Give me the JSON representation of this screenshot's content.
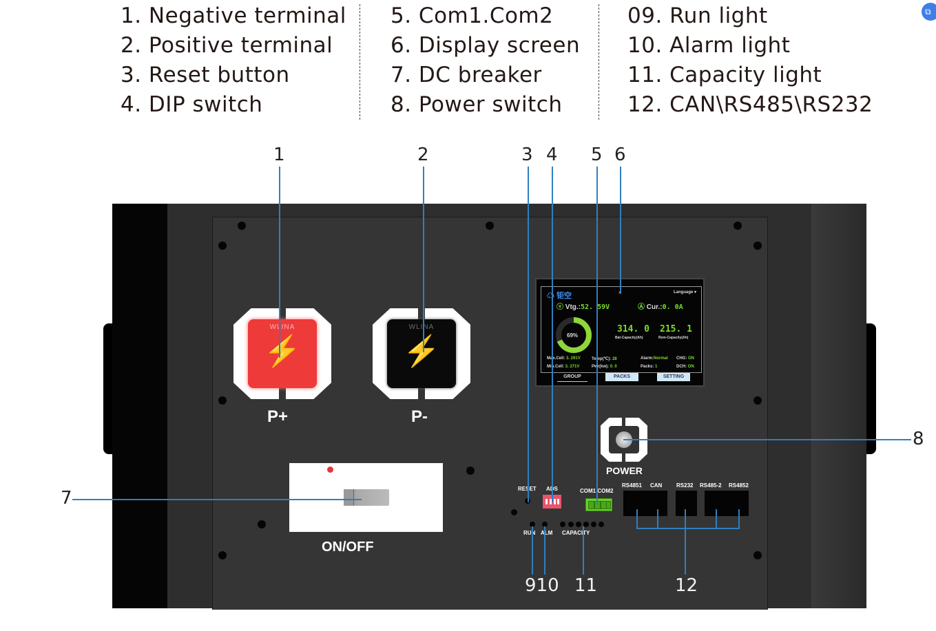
{
  "legend": {
    "col1": [
      "1. Negative terminal",
      "2. Positive terminal",
      "3. Reset button",
      "4. DIP switch"
    ],
    "col2": [
      "5. Com1.Com2",
      "6.  Display screen",
      "7. DC breaker",
      "8. Power switch"
    ],
    "col3": [
      "09. Run light",
      "10. Alarm light",
      "11. Capacity light",
      "12. CAN\\RS485\\RS232"
    ]
  },
  "callouts": {
    "n1": "1",
    "n2": "2",
    "n3": "3",
    "n4": "4",
    "n5": "5",
    "n6": "6",
    "n7": "7",
    "n8": "8",
    "n9_10": "910",
    "n11": "11",
    "n12": "12"
  },
  "device": {
    "positive_terminal": {
      "brand": "WLINA",
      "label": "P+",
      "color": "#ef3a3a"
    },
    "negative_terminal": {
      "brand": "WLINA",
      "label": "P-",
      "color": "#0a0a0a"
    },
    "breaker_label": "ON/OFF",
    "power_label": "POWER",
    "reset_label": "RESET",
    "dip_label": "ADS",
    "com_label": "COM1 COM2",
    "ports": [
      "RS4851",
      "CAN",
      "RS232",
      "RS485-2",
      "RS4852"
    ],
    "run_label": "RUN",
    "alarm_label": "ALM",
    "capacity_label": "CAPACITY",
    "bolt_glyph": "⚡"
  },
  "screen": {
    "language": "Language ▾",
    "voltage_label": "Vtg.:",
    "voltage_value": "52. 59V",
    "current_label": "Cur.:",
    "current_value": "0. 0A",
    "soc_percent": 69,
    "soc_text": "69%",
    "bat_capacity": "314. 0",
    "bat_capacity_label": "Bat-Capacity(Ah)",
    "rem_capacity": "215. 1",
    "rem_capacity_label": "Rem-Capacity(Ah)",
    "max_cell_label": "Max.Cell:",
    "max_cell": "3. 291V",
    "min_cell_label": "Min.Cell:",
    "min_cell": "3. 271V",
    "temp_label": "Temp(℃):",
    "temp": "28",
    "pwr_label": "Pwr(kw):",
    "pwr": "0. 0",
    "alarm_label": "Alarm:",
    "alarm": "Normal",
    "packs_label": "Packs:",
    "packs": "1",
    "chg_label": "CHG:",
    "chg": "ON",
    "dch_label": "DCH:",
    "dch": "ON",
    "tabs": [
      "GROUP",
      "PACKS",
      "SETTING"
    ]
  }
}
